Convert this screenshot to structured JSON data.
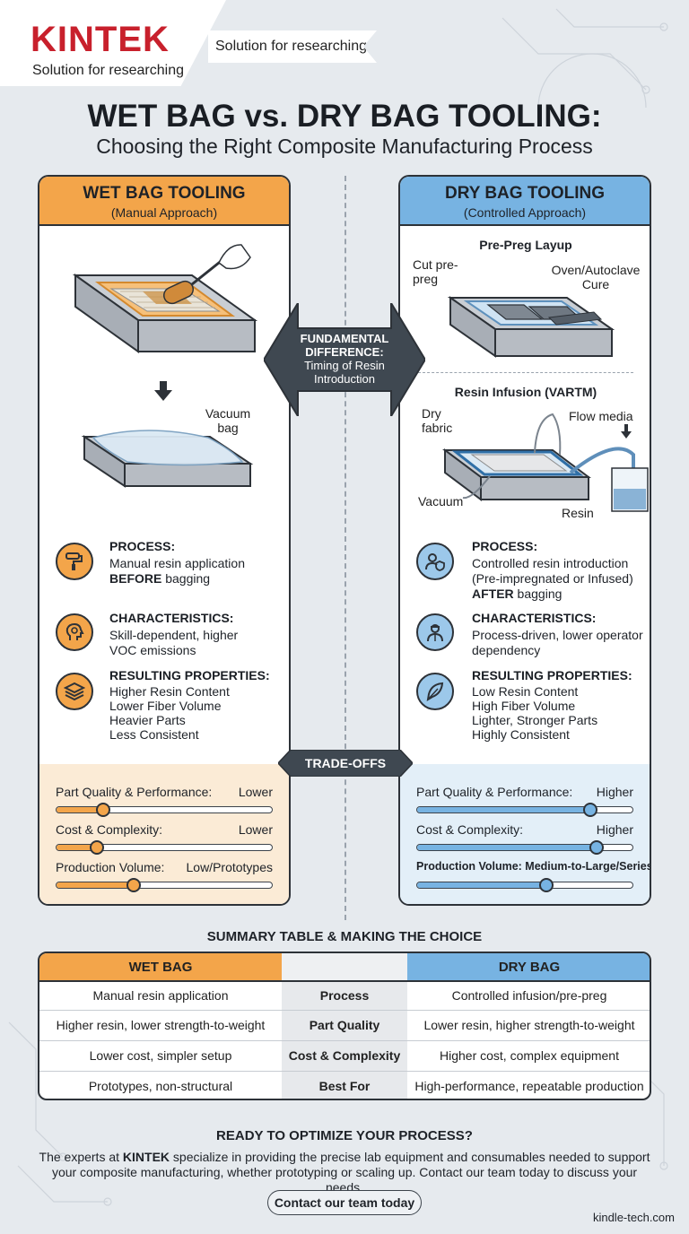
{
  "brand": {
    "logo_text": "KINTEK",
    "logo_tagline": "Solution for researching",
    "ribbon_text": "Solution for researching"
  },
  "title": "WET BAG vs. DRY BAG TOOLING:",
  "subtitle": "Choosing the Right Composite Manufacturing Process",
  "colors": {
    "wet_accent": "#f3a54a",
    "dry_accent": "#77b3e2",
    "dark": "#2d3238",
    "logo_red": "#c8202c"
  },
  "center": {
    "fundamental_title": "FUNDAMENTAL DIFFERENCE:",
    "fundamental_text": "Timing of Resin Introduction",
    "tradeoffs_label": "TRADE-OFFS"
  },
  "wet": {
    "heading": "WET BAG TOOLING",
    "subheading": "(Manual Approach)",
    "vacuum_bag_label": "Vacuum bag",
    "process": {
      "title": "PROCESS:",
      "line1": "Manual resin application",
      "line2_bold": "BEFORE",
      "line2_rest": " bagging",
      "icon": "paint-roller-icon"
    },
    "characteristics": {
      "title": "CHARACTERISTICS:",
      "line1": "Skill-dependent, higher",
      "line2": "VOC emissions",
      "icon": "head-gear-icon"
    },
    "results": {
      "title": "RESULTING PROPERTIES:",
      "items": [
        "Higher Resin Content",
        "Lower Fiber Volume",
        "Heavier Parts",
        "Less Consistent"
      ],
      "icon": "layers-icon"
    },
    "tradeoffs": [
      {
        "label": "Part Quality & Performance:",
        "value": "Lower",
        "level": 0.22
      },
      {
        "label": "Cost & Complexity:",
        "value": "Lower",
        "level": 0.19
      },
      {
        "label": "Production Volume:",
        "value": "Low/Prototypes",
        "level": 0.36
      }
    ]
  },
  "dry": {
    "heading": "DRY BAG TOOLING",
    "subheading": "(Controlled Approach)",
    "preg_title": "Pre-Preg Layup",
    "preg_cut": "Cut pre-preg",
    "preg_oven": "Oven/Autoclave Cure",
    "infusion_title": "Resin Infusion (VARTM)",
    "dry_fabric": "Dry fabric",
    "flow_media": "Flow media",
    "vacuum": "Vacuum",
    "resin": "Resin",
    "process": {
      "title": "PROCESS:",
      "line1": "Controlled resin introduction",
      "line2": "(Pre-impregnated or Infused)",
      "line3_bold": "AFTER",
      "line3_rest": " bagging",
      "icon": "operator-shield-icon"
    },
    "characteristics": {
      "title": "CHARACTERISTICS:",
      "line1": "Process-driven, lower operator",
      "line2": "dependency",
      "icon": "worker-icon"
    },
    "results": {
      "title": "RESULTING PROPERTIES:",
      "items": [
        "Low Resin Content",
        "High Fiber Volume",
        "Lighter, Stronger Parts",
        "Highly Consistent"
      ],
      "icon": "feather-icon"
    },
    "tradeoffs": [
      {
        "label": "Part Quality & Performance:",
        "value": "Higher",
        "level": 0.8
      },
      {
        "label": "Cost & Complexity:",
        "value": "Higher",
        "level": 0.83
      },
      {
        "label": "Production Volume: ",
        "value": "Medium-to-Large/Series",
        "level": 0.6
      }
    ]
  },
  "summary": {
    "title": "SUMMARY TABLE & MAKING THE CHOICE",
    "wet_header": "WET BAG",
    "dry_header": "DRY BAG",
    "rows": [
      {
        "wet": "Manual resin application",
        "criterion": "Process",
        "dry": "Controlled infusion/pre-preg"
      },
      {
        "wet": "Higher resin, lower strength-to-weight",
        "criterion": "Part Quality",
        "dry": "Lower resin, higher strength-to-weight"
      },
      {
        "wet": "Lower cost, simpler setup",
        "criterion": "Cost & Complexity",
        "dry": "Higher cost, complex equipment"
      },
      {
        "wet": "Prototypes, non-structural",
        "criterion": "Best For",
        "dry": "High-performance, repeatable production"
      }
    ]
  },
  "cta": {
    "title": "READY TO OPTIMIZE YOUR PROCESS?",
    "body_pre": "The experts at ",
    "body_brand": "KINTEK",
    "body_post": " specialize in providing the precise lab equipment and consumables needed to support your composite manufacturing, whether prototyping or scaling up. Contact our team today to discuss your needs.",
    "button": "Contact our team today",
    "website": "kindle-tech.com"
  }
}
